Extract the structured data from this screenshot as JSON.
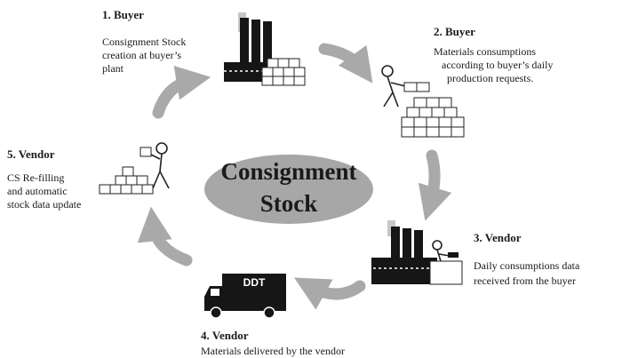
{
  "center": {
    "line1": "Consignment",
    "line2": "Stock"
  },
  "steps": [
    {
      "heading": "1. Buyer",
      "description": [
        "Consignment Stock",
        "creation at buyer’s",
        "plant"
      ],
      "icon": "factory-with-stock-icon"
    },
    {
      "heading": "2. Buyer",
      "description": [
        "Materials consumptions",
        "according to buyer’s daily",
        "production requests."
      ],
      "icon": "worker-picking-boxes-icon"
    },
    {
      "heading": "3. Vendor",
      "description": [
        "Daily consumptions data",
        "received from the buyer"
      ],
      "icon": "factory-with-operator-icon"
    },
    {
      "heading": "4. Vendor",
      "description": [
        "Materials delivered by the vendor"
      ],
      "icon": "delivery-truck-icon"
    },
    {
      "heading": "5. Vendor",
      "description": [
        "CS Re-filling",
        "and automatic",
        "stock data update"
      ],
      "icon": "worker-refilling-stock-icon"
    }
  ],
  "truck_label": "DDT",
  "colors": {
    "ellipse": "#a7a7a7",
    "arrow": "#a9a9a9",
    "ink": "#1a1a1a"
  }
}
